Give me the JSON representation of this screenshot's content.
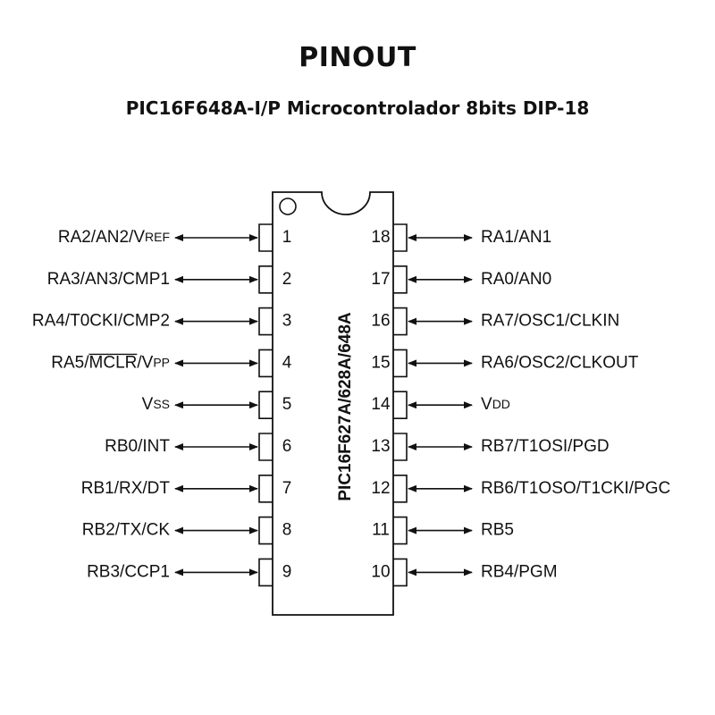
{
  "header": {
    "title": "PINOUT",
    "subtitle": "PIC16F648A-I/P Microcontrolador 8bits DIP-18"
  },
  "chip": {
    "part_label": "PIC16F627A/628A/648A"
  },
  "left_pins": [
    {
      "number": "1",
      "label": [
        {
          "t": "RA2/AN2/V"
        },
        {
          "t": "REF",
          "sm": true
        }
      ]
    },
    {
      "number": "2",
      "label": [
        {
          "t": "RA3/AN3/CMP1"
        }
      ]
    },
    {
      "number": "3",
      "label": [
        {
          "t": "RA4/T0CKI/CMP2"
        }
      ]
    },
    {
      "number": "4",
      "label": [
        {
          "t": "RA5/"
        },
        {
          "t": "MCLR",
          "over": true
        },
        {
          "t": "/V"
        },
        {
          "t": "PP",
          "sm": true
        }
      ]
    },
    {
      "number": "5",
      "label": [
        {
          "t": "V"
        },
        {
          "t": "SS",
          "sm": true
        }
      ]
    },
    {
      "number": "6",
      "label": [
        {
          "t": "RB0/INT"
        }
      ]
    },
    {
      "number": "7",
      "label": [
        {
          "t": "RB1/RX/DT"
        }
      ]
    },
    {
      "number": "8",
      "label": [
        {
          "t": "RB2/TX/CK"
        }
      ]
    },
    {
      "number": "9",
      "label": [
        {
          "t": "RB3/CCP1"
        }
      ]
    }
  ],
  "right_pins": [
    {
      "number": "18",
      "label": [
        {
          "t": "RA1/AN1"
        }
      ]
    },
    {
      "number": "17",
      "label": [
        {
          "t": "RA0/AN0"
        }
      ]
    },
    {
      "number": "16",
      "label": [
        {
          "t": "RA7/OSC1/CLKIN"
        }
      ]
    },
    {
      "number": "15",
      "label": [
        {
          "t": "RA6/OSC2/CLKOUT"
        }
      ]
    },
    {
      "number": "14",
      "label": [
        {
          "t": "V"
        },
        {
          "t": "DD",
          "sm": true
        }
      ]
    },
    {
      "number": "13",
      "label": [
        {
          "t": "RB7/T1OSI/PGD"
        }
      ]
    },
    {
      "number": "12",
      "label": [
        {
          "t": "RB6/T1OSO/T1CKI/PGC"
        }
      ]
    },
    {
      "number": "11",
      "label": [
        {
          "t": "RB5"
        }
      ]
    },
    {
      "number": "10",
      "label": [
        {
          "t": "RB4/PGM"
        }
      ]
    }
  ]
}
